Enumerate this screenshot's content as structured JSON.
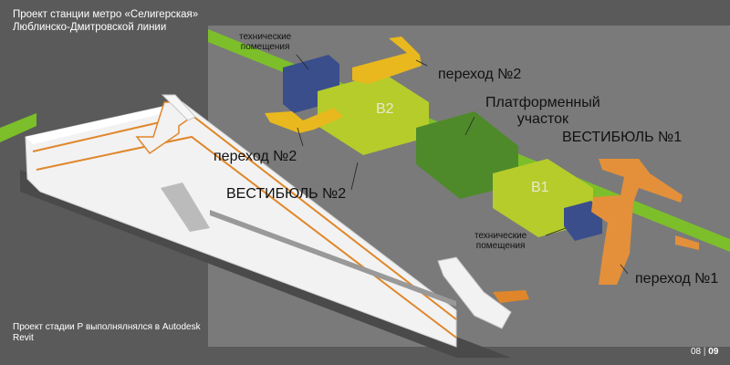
{
  "header": {
    "title_line1": "Проект станции метро «Селигерская»",
    "title_line2": "Люблинско-Дмитровской линии"
  },
  "footer": {
    "note_line1": "Проект стадии Р выполнялнялся в Autodesk",
    "note_line2": "Revit",
    "page_prev": "08",
    "page_current": "09"
  },
  "diagram": {
    "labels": {
      "tech_rooms_top_l1": "технические",
      "tech_rooms_top_l2": "помещения",
      "transfer2_top": "переход №2",
      "platform_l1": "Платформенный",
      "platform_l2": "участок",
      "transfer2_left": "переход №2",
      "vestibule1": "ВЕСТИБЮЛЬ №1",
      "vestibule2": "ВЕСТИБЮЛЬ №2",
      "tech_rooms_bottom_l1": "технические",
      "tech_rooms_bottom_l2": "помещения",
      "transfer1": "переход №1",
      "block_b2": "В2",
      "block_b1": "В1"
    },
    "colors": {
      "background": "#5a5a5a",
      "panel": "#7a7a7a",
      "track_green": "#7cbf2a",
      "tech_blue": "#3a4e8c",
      "vestibule_yellowgreen": "#b6cc2a",
      "platform_green": "#4f8a2a",
      "transfer_yellow": "#e8b81e",
      "transfer_orange": "#e4903a"
    }
  }
}
